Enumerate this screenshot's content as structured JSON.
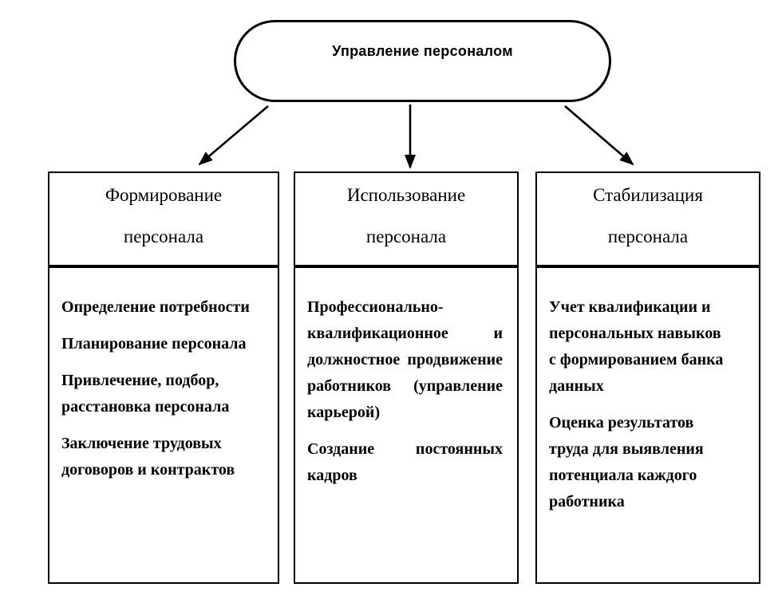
{
  "root": {
    "label": "Управление персоналом"
  },
  "columns": [
    {
      "name": "formation",
      "header_lines": [
        "Формирование",
        "персонала"
      ],
      "items": [
        "Определение потребности",
        "Планирование персонала",
        "Привлечение, подбор, расстановка персонала",
        "Заключение трудовых договоров и контрактов"
      ]
    },
    {
      "name": "usage",
      "header_lines": [
        "Использование",
        "персонала"
      ],
      "items": [
        "Профессионально-квалификационное и должностное продвижение работников (управление карьерой)",
        "Создание постоянных кадров"
      ]
    },
    {
      "name": "stabilization",
      "header_lines": [
        "Стабилизация",
        "персонала"
      ],
      "items": [
        "Учет квалификации и персональных навыков с формированием банка данных",
        "Оценка результатов труда для выявления потенциала каждого работника"
      ]
    }
  ],
  "colors": {
    "line": "#000000",
    "background": "#ffffff",
    "text": "#000000"
  }
}
